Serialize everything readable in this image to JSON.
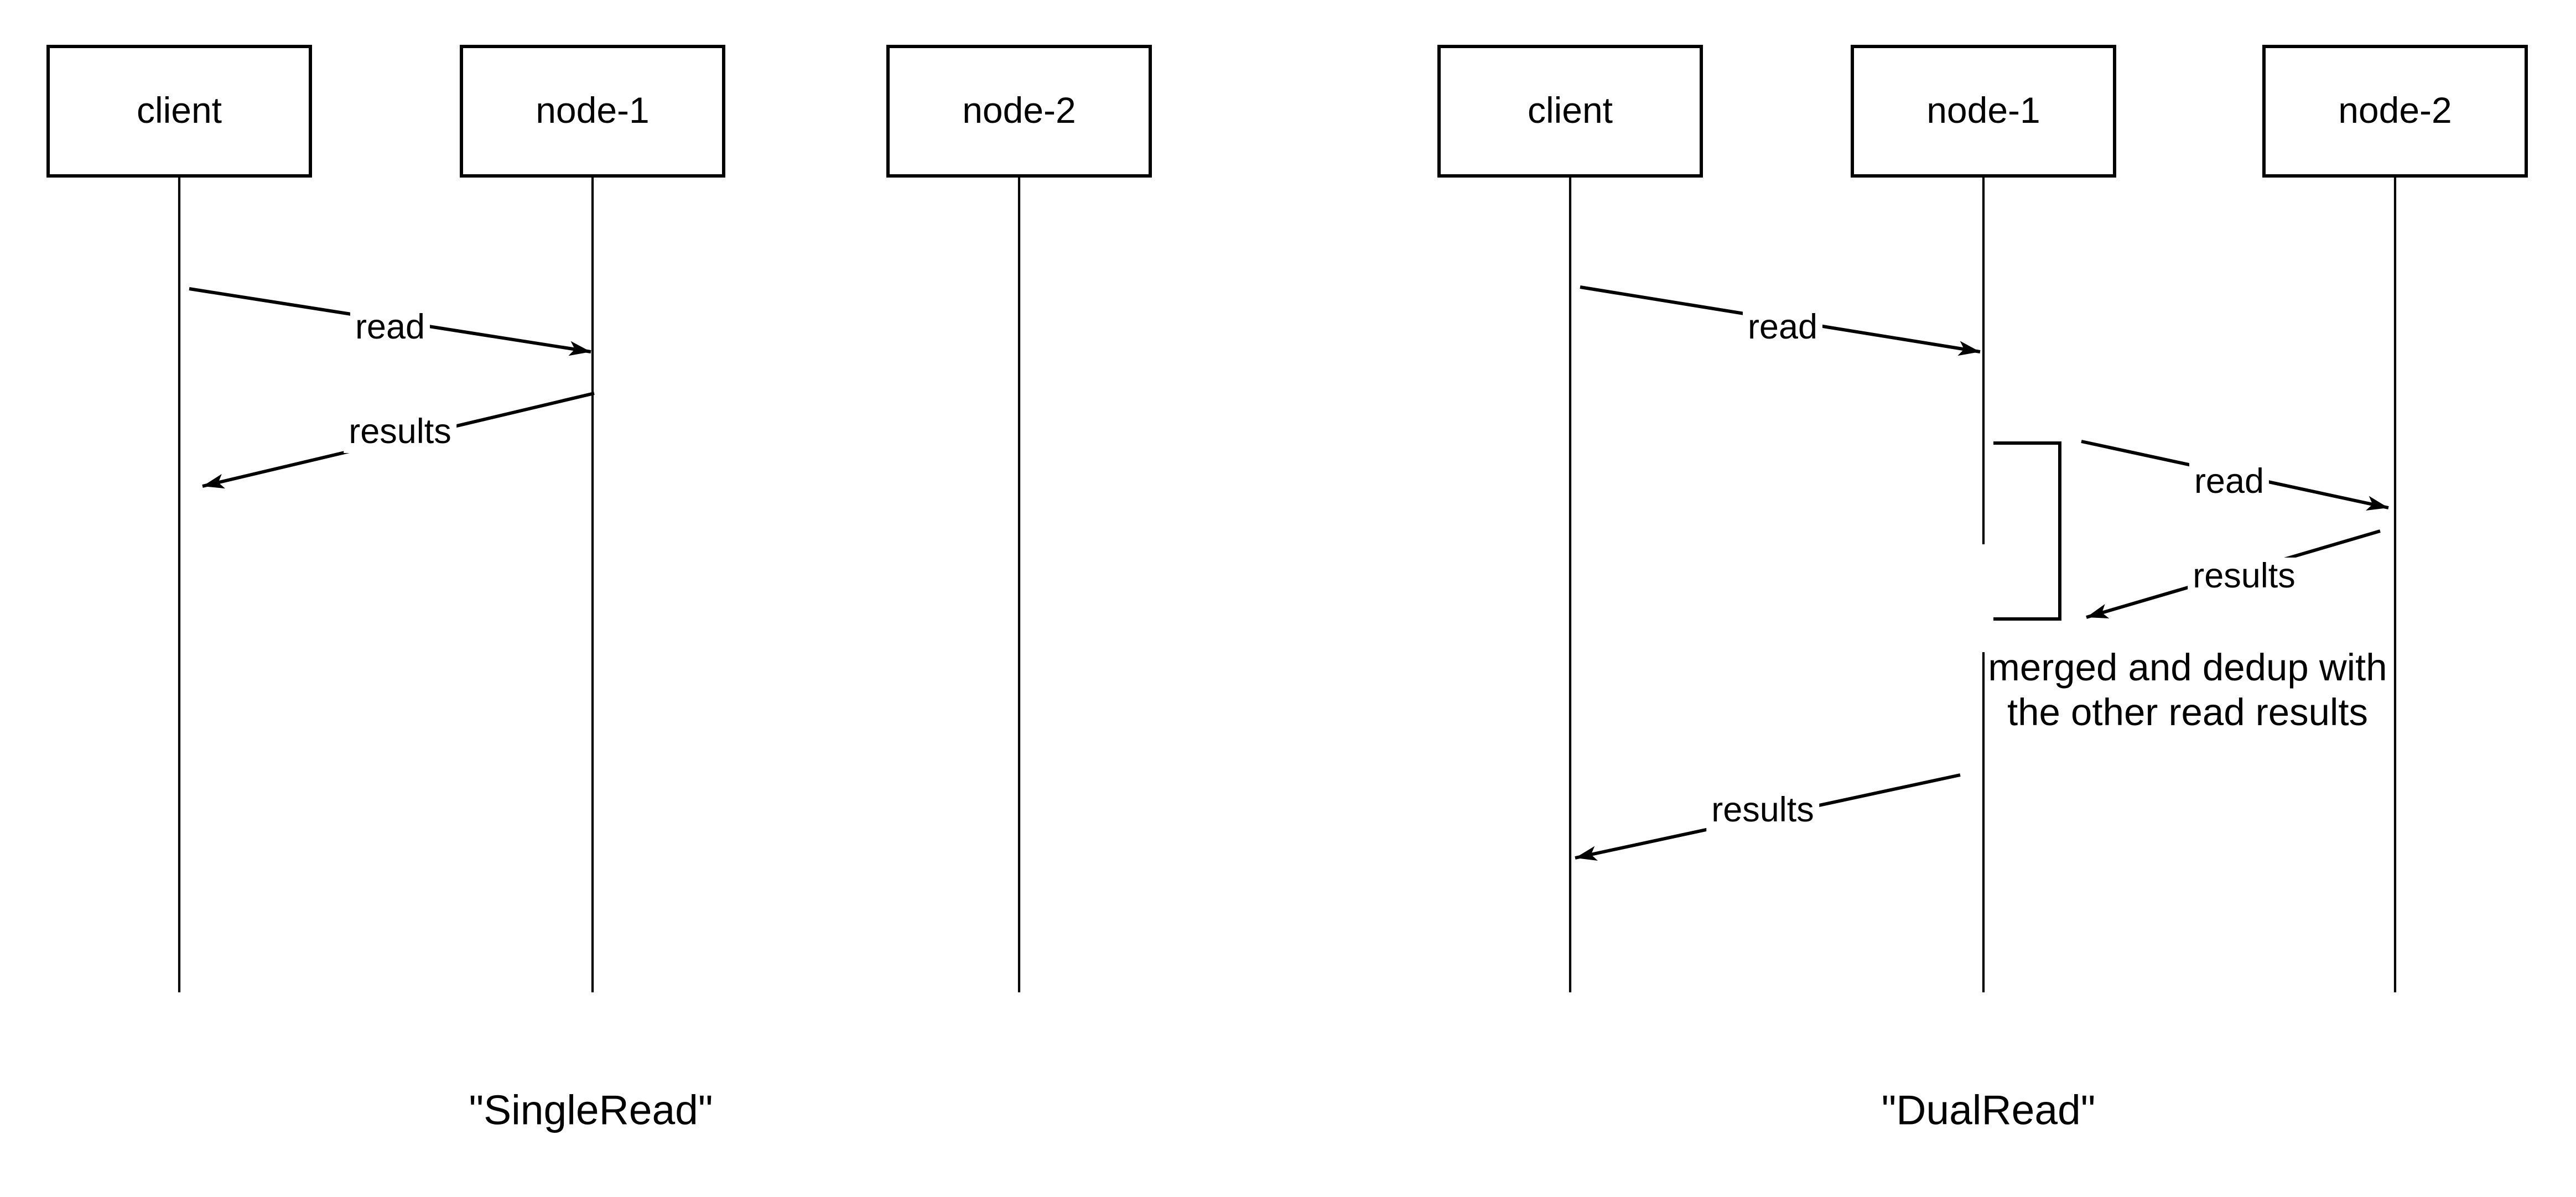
{
  "diagrams": [
    {
      "caption": "\"SingleRead\"",
      "actors": [
        {
          "label": "client"
        },
        {
          "label": "node-1"
        },
        {
          "label": "node-2"
        }
      ],
      "messages": [
        {
          "label": "read",
          "from": "client",
          "to": "node-1"
        },
        {
          "label": "results",
          "from": "node-1",
          "to": "client"
        }
      ]
    },
    {
      "caption": "\"DualRead\"",
      "actors": [
        {
          "label": "client"
        },
        {
          "label": "node-1"
        },
        {
          "label": "node-2"
        }
      ],
      "messages": [
        {
          "label": "read",
          "from": "client",
          "to": "node-1"
        },
        {
          "label": "read",
          "from": "node-1",
          "to": "node-2"
        },
        {
          "label": "results",
          "from": "node-2",
          "to": "node-1"
        },
        {
          "label": "results",
          "from": "node-1",
          "to": "client"
        }
      ],
      "note": [
        "merged and dedup with",
        "the other read results"
      ]
    }
  ]
}
